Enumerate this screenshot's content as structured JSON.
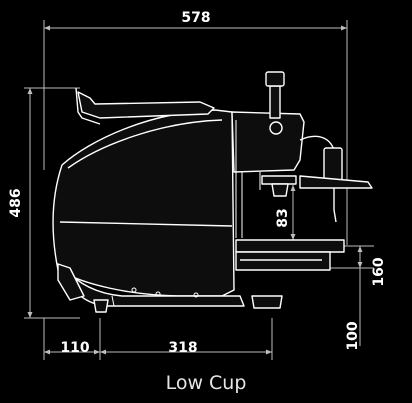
{
  "figure": {
    "caption": "Low Cup",
    "dimensions": {
      "overall_width": "578",
      "overall_height": "486",
      "front_depth": "110",
      "body_depth": "318",
      "cup_clearance": "83",
      "tray_height": "160",
      "tray_base": "100"
    },
    "colors": {
      "background": "#000000",
      "line": "#ffffff",
      "dimension_line": "#bdbdbd",
      "body_fill": "#0d0d0d"
    }
  }
}
